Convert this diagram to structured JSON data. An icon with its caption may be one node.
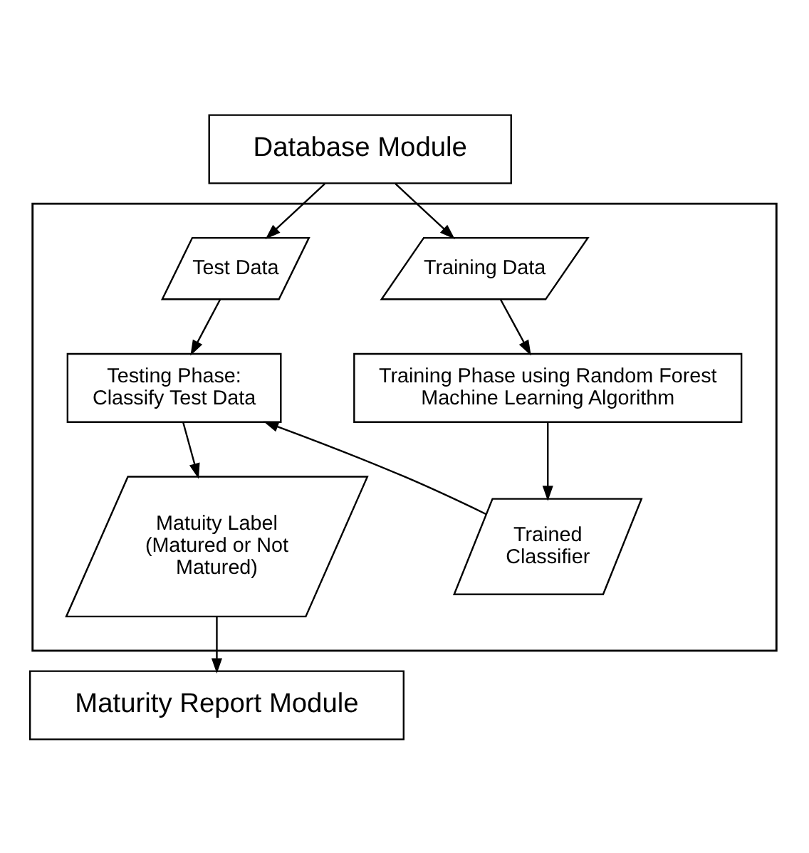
{
  "diagram": {
    "nodes": [
      {
        "text": [
          "Database Module"
        ]
      },
      {
        "text": [],
        "shape": "box"
      },
      {
        "text": [
          "Test Data"
        ],
        "in": 1
      },
      {
        "text": [
          "Training Data"
        ],
        "in": 1
      },
      {
        "text": [
          "Testing Phase: Classify Test Data"
        ],
        "in": 1
      },
      {
        "text": [
          "Training Phase using Random Forest Machine Learning Algorithm"
        ],
        "in": 1
      },
      {
        "text": [
          "Matuity Label (Matured or Not Matured)"
        ],
        "in": 1
      },
      {
        "text": [
          "Trained Classifier"
        ],
        "in": 1
      },
      {
        "text": [
          "Maturity Report Module"
        ]
      }
    ],
    "edges": [
      {
        "from": 0,
        "to": 2,
        "arrow": "to"
      },
      {
        "from": 0,
        "to": 3,
        "arrow": "to"
      },
      {
        "from": 2,
        "to": 4,
        "arrow": "to"
      },
      {
        "from": 3,
        "to": 5,
        "arrow": "to"
      },
      {
        "from": 5,
        "to": 7,
        "arrow": "to"
      },
      {
        "from": 7,
        "to": 4,
        "arrow": "to"
      },
      {
        "from": 4,
        "to": 6,
        "arrow": "to"
      },
      {
        "from": 6,
        "to": 8,
        "arrow": "to"
      }
    ]
  }
}
